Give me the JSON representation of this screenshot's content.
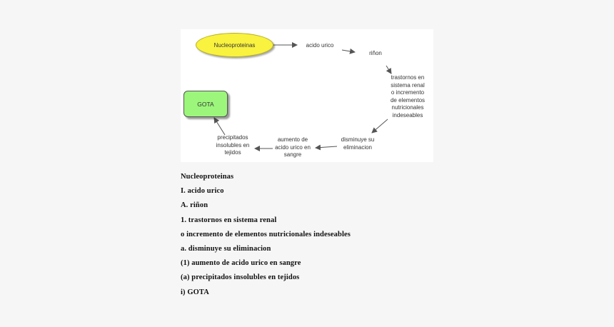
{
  "diagram": {
    "nodes": {
      "nucleoproteinas": "Nucleoproteinas",
      "acido_urico": "acido urico",
      "rinon": "riñon",
      "trastornos": [
        "trastornos en",
        "sistema renal",
        "o incremento",
        "de elementos",
        "nutricionales",
        "indeseables"
      ],
      "disminuye": [
        "disminuye su",
        "eliminacion"
      ],
      "aumento": [
        "aumento de",
        "acido urico en",
        "sangre"
      ],
      "precipitados": [
        "precipitados",
        "insolubles en",
        "tejidos"
      ],
      "gota": "GOTA"
    },
    "colors": {
      "ellipse_fill": "#f9f23f",
      "gota_fill": "#9cf67b",
      "arrow": "#555555",
      "text": "#333333"
    }
  },
  "outline": [
    "Nucleoproteinas",
    "I. acido urico",
    "A. riñon",
    "1. trastornos en sistema renal",
    "o incremento de elementos nutricionales indeseables",
    "a. disminuye su eliminacion",
    "(1) aumento de acido urico en sangre",
    "(a) precipitados insolubles en tejidos",
    "i) GOTA"
  ]
}
